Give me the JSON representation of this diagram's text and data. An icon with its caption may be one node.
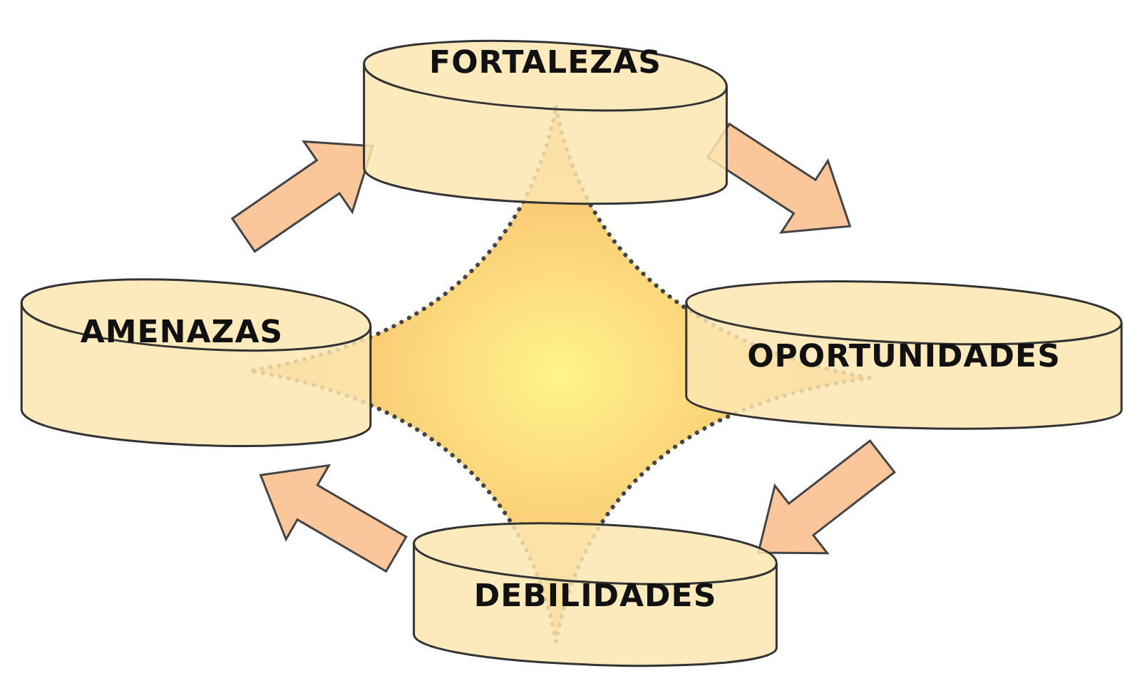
{
  "diagram": {
    "nodes": [
      {
        "text": [
          "FORTALEZAS"
        ]
      },
      {
        "text": [
          "OPORTUNIDADES"
        ]
      },
      {
        "text": [
          "DEBILIDADES"
        ]
      },
      {
        "text": [
          "AMENAZAS"
        ]
      }
    ],
    "edges": [
      {
        "from": 0,
        "to": 1,
        "arrow": "to"
      },
      {
        "from": 1,
        "to": 2,
        "arrow": "to"
      },
      {
        "from": 2,
        "to": 3,
        "arrow": "to"
      },
      {
        "from": 3,
        "to": 0,
        "arrow": "to"
      }
    ]
  }
}
